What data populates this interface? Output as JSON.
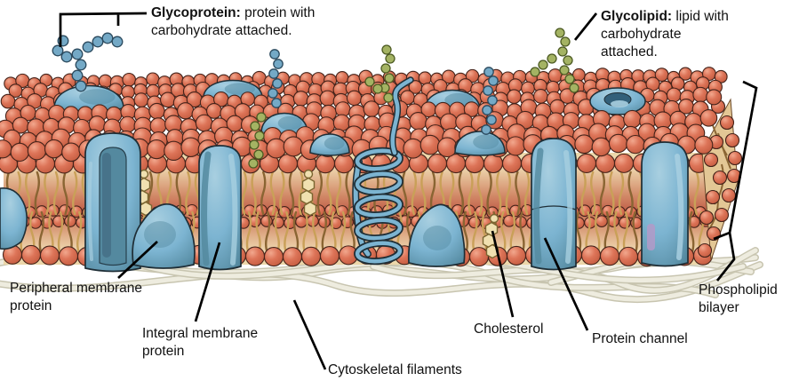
{
  "figure": {
    "subject": "cell-membrane-fluid-mosaic-diagram"
  },
  "labels": {
    "glycoprotein": {
      "term": "Glycoprotein:",
      "desc": " protein with carbohydrate attached."
    },
    "glycolipid": {
      "term": "Glycolipid:",
      "desc": " lipid with carbohydrate attached."
    },
    "peripheral_membrane_protein": "Peripheral membrane protein",
    "integral_membrane_protein": "Integral membrane protein",
    "cytoskeletal_filaments": "Cytoskeletal filaments",
    "cholesterol": "Cholesterol",
    "protein_channel": "Protein channel",
    "phospholipid_bilayer": "Phospholipid bilayer"
  },
  "colors": {
    "background": "#ffffff",
    "phospholipid_head": "#dd7458",
    "phospholipid_head_highlight": "#f2a88e",
    "phospholipid_head_shadow": "#c25a3e",
    "phospholipid_head_outline": "#45231a",
    "tail": "#c9a058",
    "tail_dark": "#8a6533",
    "face_cream": "#f1dfb6",
    "face_mid": "#c4664e",
    "protein_blue": "#7cb4d1",
    "protein_blue_light": "#a8cfe0",
    "protein_blue_dark": "#54899f",
    "protein_pore_dark": "#33607a",
    "protein_outline": "#1f2e36",
    "carb_green": "#a4b363",
    "carb_green_outline": "#4c5a22",
    "carb_blue": "#74a9c6",
    "carb_blue_outline": "#2b4a5e",
    "cholesterol_fill": "#f0e0b0",
    "cholesterol_outline": "#7a6530",
    "filament_fill": "#eeecdf",
    "filament_outline": "#c8c5b0",
    "lavender_patch": "#b39ac8",
    "leader_line": "#000000",
    "label_text": "#111111"
  }
}
